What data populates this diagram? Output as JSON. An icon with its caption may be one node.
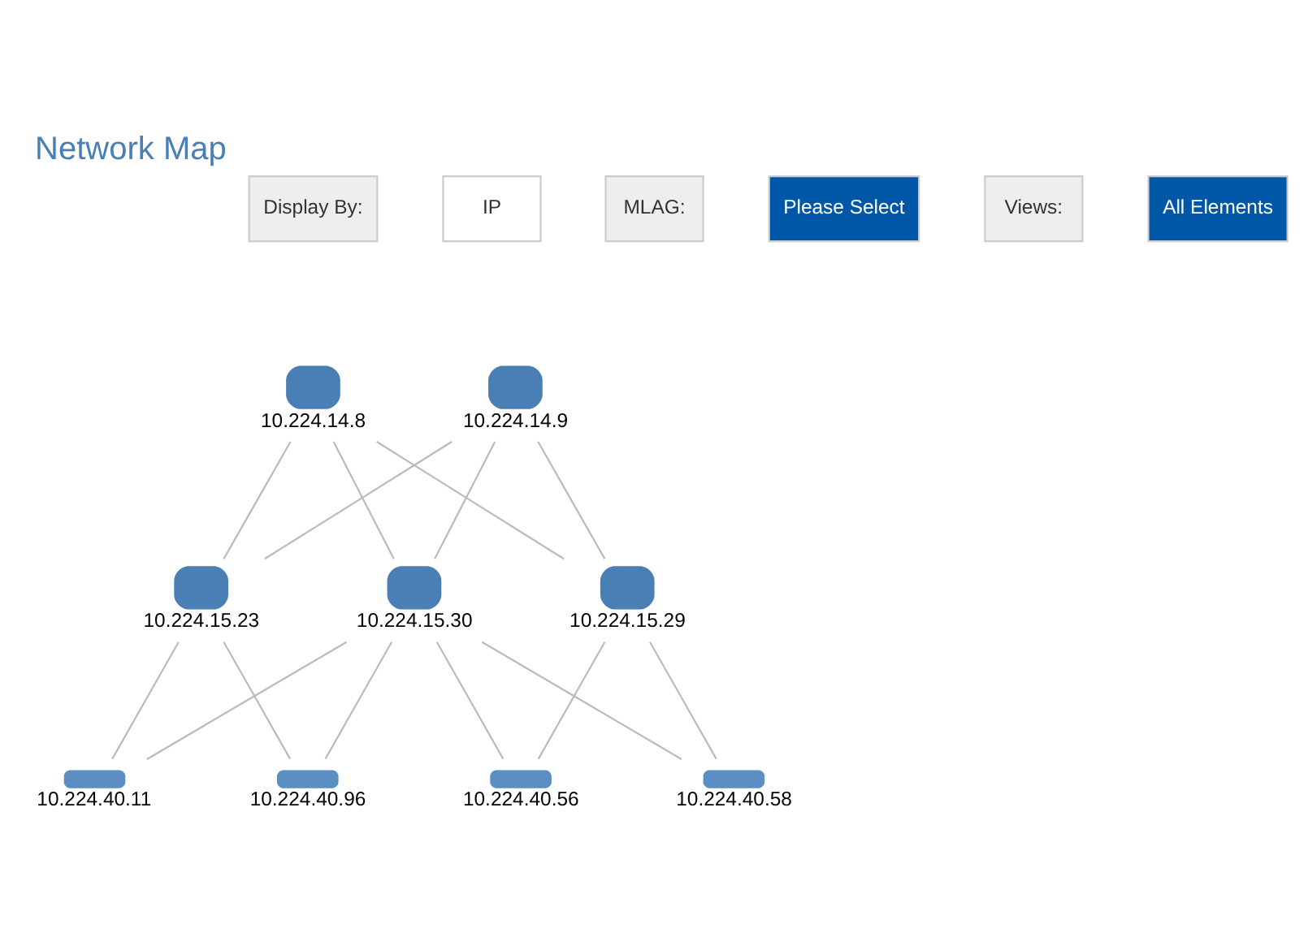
{
  "diagram": {
    "title": "Network Map",
    "nodes": [
      {
        "text": [
          "10.224.14.8"
        ]
      },
      {
        "text": [
          "10.224.14.9"
        ]
      },
      {
        "text": [
          "10.224.15.23"
        ]
      },
      {
        "text": [
          "10.224.15.30"
        ]
      },
      {
        "text": [
          "10.224.15.29"
        ]
      },
      {
        "text": [
          "10.224.40.11"
        ]
      },
      {
        "text": [
          "10.224.40.96"
        ]
      },
      {
        "text": [
          "10.224.40.56"
        ]
      },
      {
        "text": [
          "10.224.40.58"
        ]
      }
    ],
    "edges": [
      {
        "from": 0,
        "to": 2,
        "arrow": "none"
      },
      {
        "from": 0,
        "to": 3,
        "arrow": "none"
      },
      {
        "from": 0,
        "to": 4,
        "arrow": "none"
      },
      {
        "from": 1,
        "to": 2,
        "arrow": "none"
      },
      {
        "from": 1,
        "to": 3,
        "arrow": "none"
      },
      {
        "from": 1,
        "to": 4,
        "arrow": "none"
      },
      {
        "from": 2,
        "to": 5,
        "arrow": "none"
      },
      {
        "from": 2,
        "to": 6,
        "arrow": "none"
      },
      {
        "from": 3,
        "to": 5,
        "arrow": "none"
      },
      {
        "from": 3,
        "to": 6,
        "arrow": "none"
      },
      {
        "from": 3,
        "to": 7,
        "arrow": "none"
      },
      {
        "from": 3,
        "to": 8,
        "arrow": "none"
      },
      {
        "from": 4,
        "to": 7,
        "arrow": "none"
      },
      {
        "from": 4,
        "to": 8,
        "arrow": "none"
      }
    ],
    "labels": [
      "Display By:",
      "IP",
      "MLAG:",
      "Please Select",
      "Views:",
      "All Elements"
    ]
  }
}
